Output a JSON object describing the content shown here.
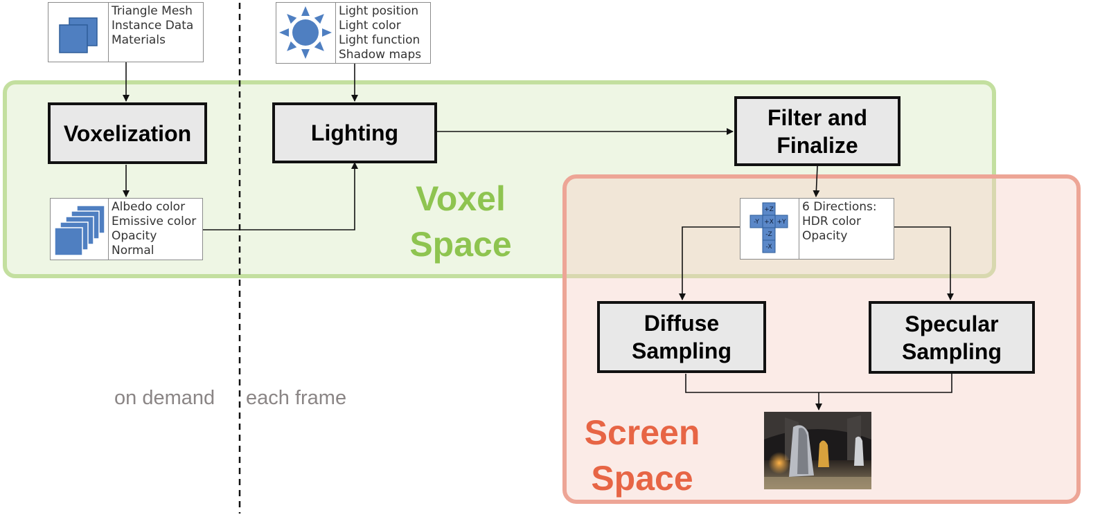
{
  "regions": {
    "voxel_title_line1": "Voxel",
    "voxel_title_line2": "Space",
    "screen_title_line1": "Screen",
    "screen_title_line2": "Space"
  },
  "processes": {
    "voxelization": "Voxelization",
    "lighting": "Lighting",
    "filter_line1": "Filter and",
    "filter_line2": "Finalize",
    "diffuse_line1": "Diffuse",
    "diffuse_line2": "Sampling",
    "specular_line1": "Specular",
    "specular_line2": "Sampling"
  },
  "cards": {
    "mesh": [
      "Triangle Mesh",
      "Instance Data",
      "Materials"
    ],
    "light": [
      "Light position",
      "Light color",
      "Light function",
      "Shadow maps"
    ],
    "voxel_data": [
      "Albedo color",
      "Emissive color",
      "Opacity",
      "Normal"
    ],
    "directions": [
      "6 Directions:",
      "HDR color",
      "Opacity"
    ]
  },
  "cube_faces": {
    "top": "+Z",
    "left": "-Y",
    "center": "+X",
    "right": "+Y",
    "bottom": "-Z",
    "back": "-X"
  },
  "legend": {
    "on_demand": "on demand",
    "each_frame": "each frame"
  },
  "colors": {
    "voxel_accent": "#8ec450",
    "screen_accent": "#e76545",
    "icon_blue": "#4f7fc1"
  }
}
